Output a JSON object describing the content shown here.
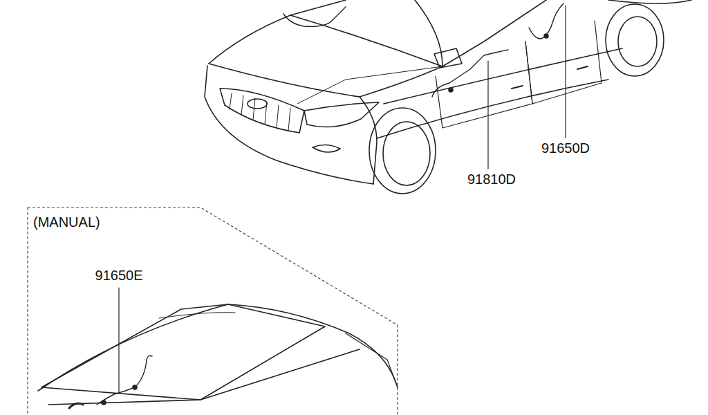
{
  "diagram": {
    "nodes": [
      {
        "text": [
          "(MANUAL)",
          "91650E"
        ]
      }
    ],
    "labels": [
      "91650D",
      "91810D"
    ]
  }
}
